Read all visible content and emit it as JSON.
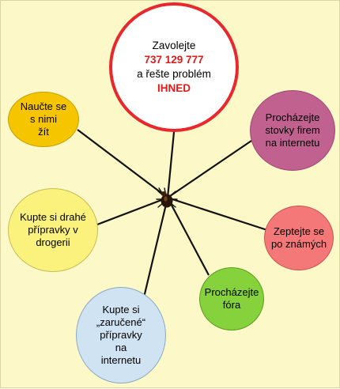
{
  "hub": {
    "icon": "bedbug-icon",
    "line1": "Zavolejte",
    "phone": "737 129 777",
    "line2": "a řešte problém",
    "urgent": "IHNED"
  },
  "options": [
    {
      "id": "naucte",
      "text": "Naučte se\ns nimi\nžít",
      "color": "#f5c500"
    },
    {
      "id": "prochazejte-firmy",
      "text": "Procházejte\nstovky firem\nna internetu",
      "color": "#c0618f"
    },
    {
      "id": "kupte-drahe",
      "text": "Kupte si drahé\npřípravky v\ndrogerii",
      "color": "#fbf27e"
    },
    {
      "id": "zeptejte",
      "text": "Zeptejte se\npo známých",
      "color": "#f47878"
    },
    {
      "id": "fora",
      "text": "Procházejte\nfóra",
      "color": "#86d23c"
    },
    {
      "id": "zarucene",
      "text": "Kupte si\n„zaručené“\npřípravky\nna\ninternetu",
      "color": "#cfe3f3"
    }
  ],
  "colors": {
    "background": "#fcf8c8",
    "accent": "#e8282c",
    "line": "#111111"
  }
}
